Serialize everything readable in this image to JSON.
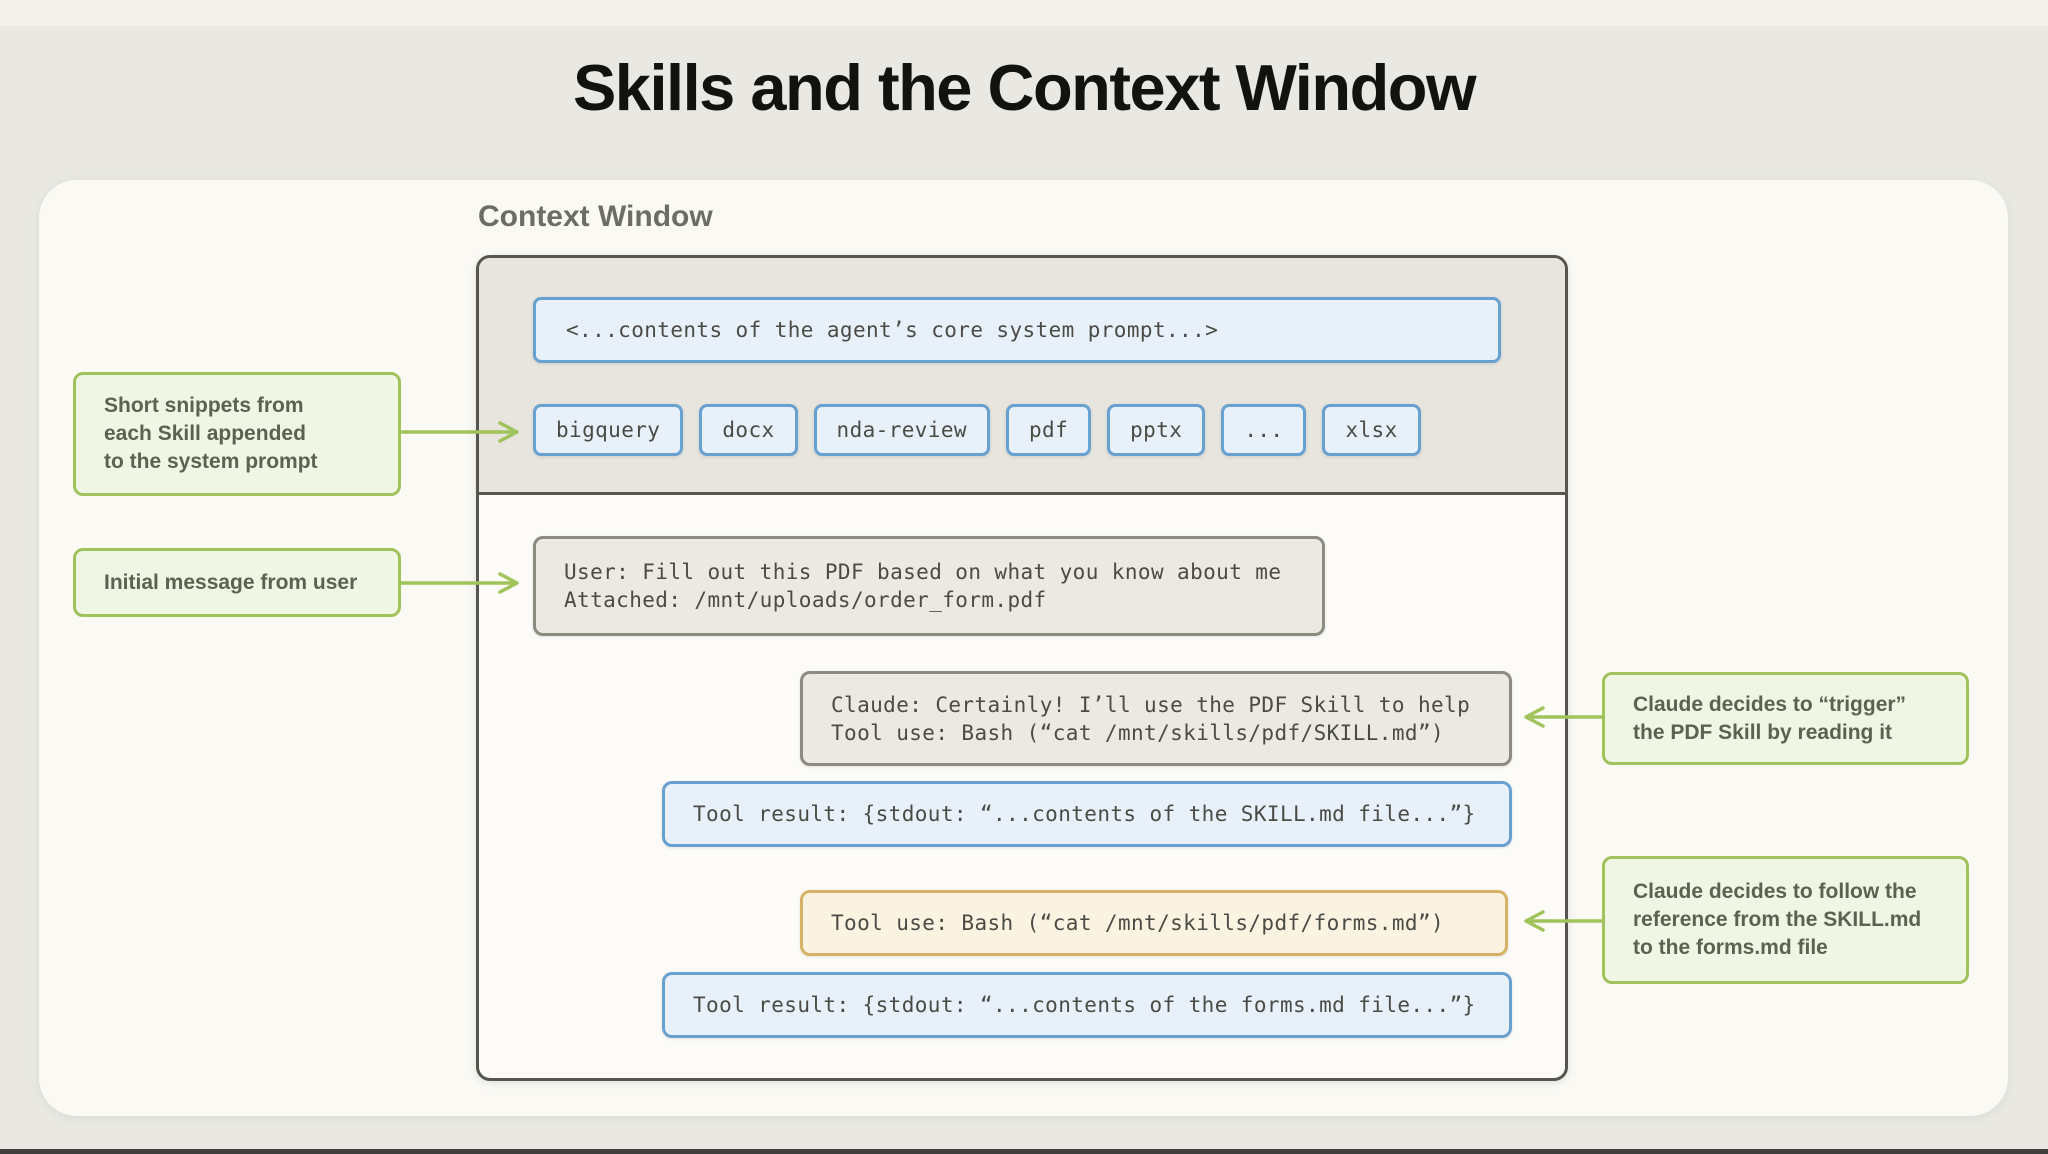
{
  "page": {
    "title": "Skills and the Context Window"
  },
  "context_window": {
    "label": "Context Window",
    "system_prompt": "<...contents of the agent’s core system prompt...>",
    "skills": [
      "bigquery",
      "docx",
      "nda-review",
      "pdf",
      "pptx",
      "...",
      "xlsx"
    ],
    "messages": {
      "user": {
        "lines": [
          "User: Fill out this PDF based on what you know about me",
          "Attached: /mnt/uploads/order_form.pdf"
        ]
      },
      "claude": {
        "lines": [
          "Claude: Certainly! I’ll use the PDF Skill to help",
          "Tool use: Bash (“cat /mnt/skills/pdf/SKILL.md”)"
        ]
      },
      "tool_result_skill": "Tool result: {stdout: “...contents of the SKILL.md file...”}",
      "tool_use_forms": "Tool use: Bash (“cat /mnt/skills/pdf/forms.md”)",
      "tool_result_forms": "Tool result: {stdout: “...contents of the forms.md file...”}"
    }
  },
  "annotations": {
    "left": [
      {
        "lines": [
          "Short snippets from",
          "each Skill appended",
          "to the system prompt"
        ]
      },
      {
        "lines": [
          "Initial message from user"
        ]
      }
    ],
    "right": [
      {
        "lines": [
          "Claude decides to “trigger”",
          "the PDF Skill by reading it"
        ]
      },
      {
        "lines": [
          "Claude decides to follow the",
          "reference from the SKILL.md",
          "to the forms.md file"
        ]
      }
    ]
  },
  "colors": {
    "page_background": "#e9e8e2",
    "panel_background": "#faf9f4",
    "box_border_dark": "#56564e",
    "system_section_background": "#e7e5dd",
    "blue_border": "#68a0d0",
    "blue_fill": "#e8f1fa",
    "gray_border": "#8b8b82",
    "gray_fill": "#ebe9e1",
    "orange_border": "#d6b266",
    "orange_fill": "#faf3e1",
    "green_border": "#a0c35c",
    "green_fill": "#eff6e3",
    "green_text": "#5a6252",
    "mono_text": "#4b4b45"
  }
}
